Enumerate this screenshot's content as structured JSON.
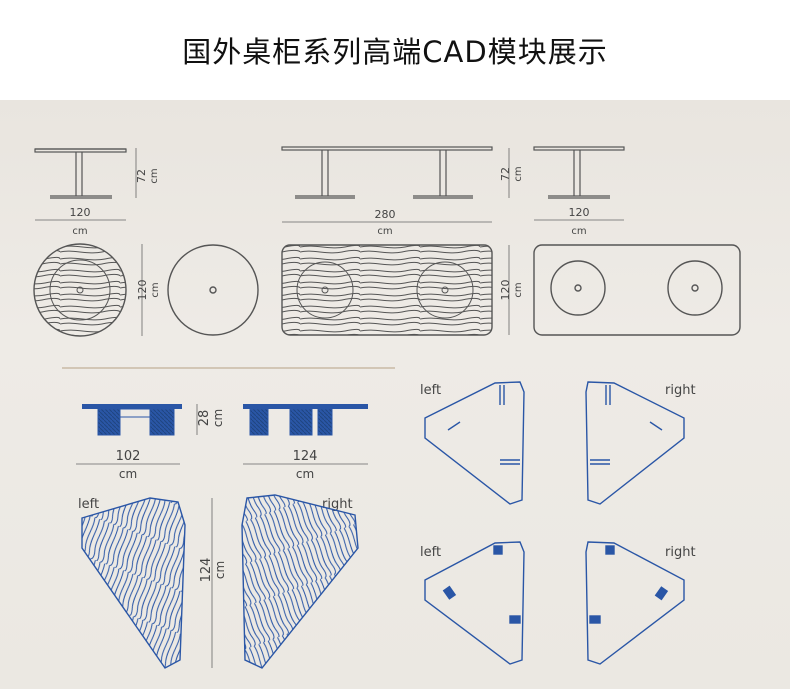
{
  "title": "国外桌柜系列高端CAD模块展示",
  "colors": {
    "line_gray": "#555555",
    "line_blue": "#2a56a6",
    "dim_gray": "#666666"
  },
  "top_section": {
    "heights": [
      "72",
      "72"
    ],
    "units": "cm",
    "widths": [
      "120",
      "280",
      "120"
    ],
    "plan_dims": [
      "120",
      "120"
    ]
  },
  "bottom_section": {
    "heights": [
      "28"
    ],
    "widths": [
      "102",
      "124"
    ],
    "plan_dim": "124",
    "units": "cm",
    "left_label": "left",
    "right_label": "right"
  }
}
